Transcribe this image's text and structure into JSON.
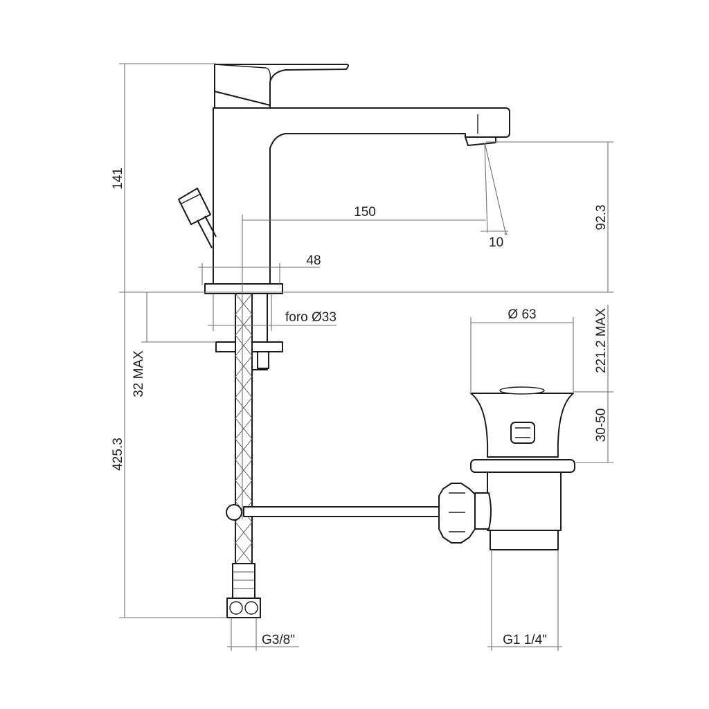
{
  "dimensions": {
    "total_height": "141",
    "spout_reach": "150",
    "spout_height": "92.3",
    "spout_angle": "10",
    "angle_unit": "°",
    "body_width": "48",
    "hole_diameter": "foro Ø33",
    "deck_thickness": "32 MAX",
    "under_sink_length": "425.3",
    "waste_head_diameter": "Ø 63",
    "waste_length": "221.2 MAX",
    "waste_sink_thickness": "30-50",
    "supply_thread": "G3/8\"",
    "waste_thread": "G1 1/4\""
  }
}
